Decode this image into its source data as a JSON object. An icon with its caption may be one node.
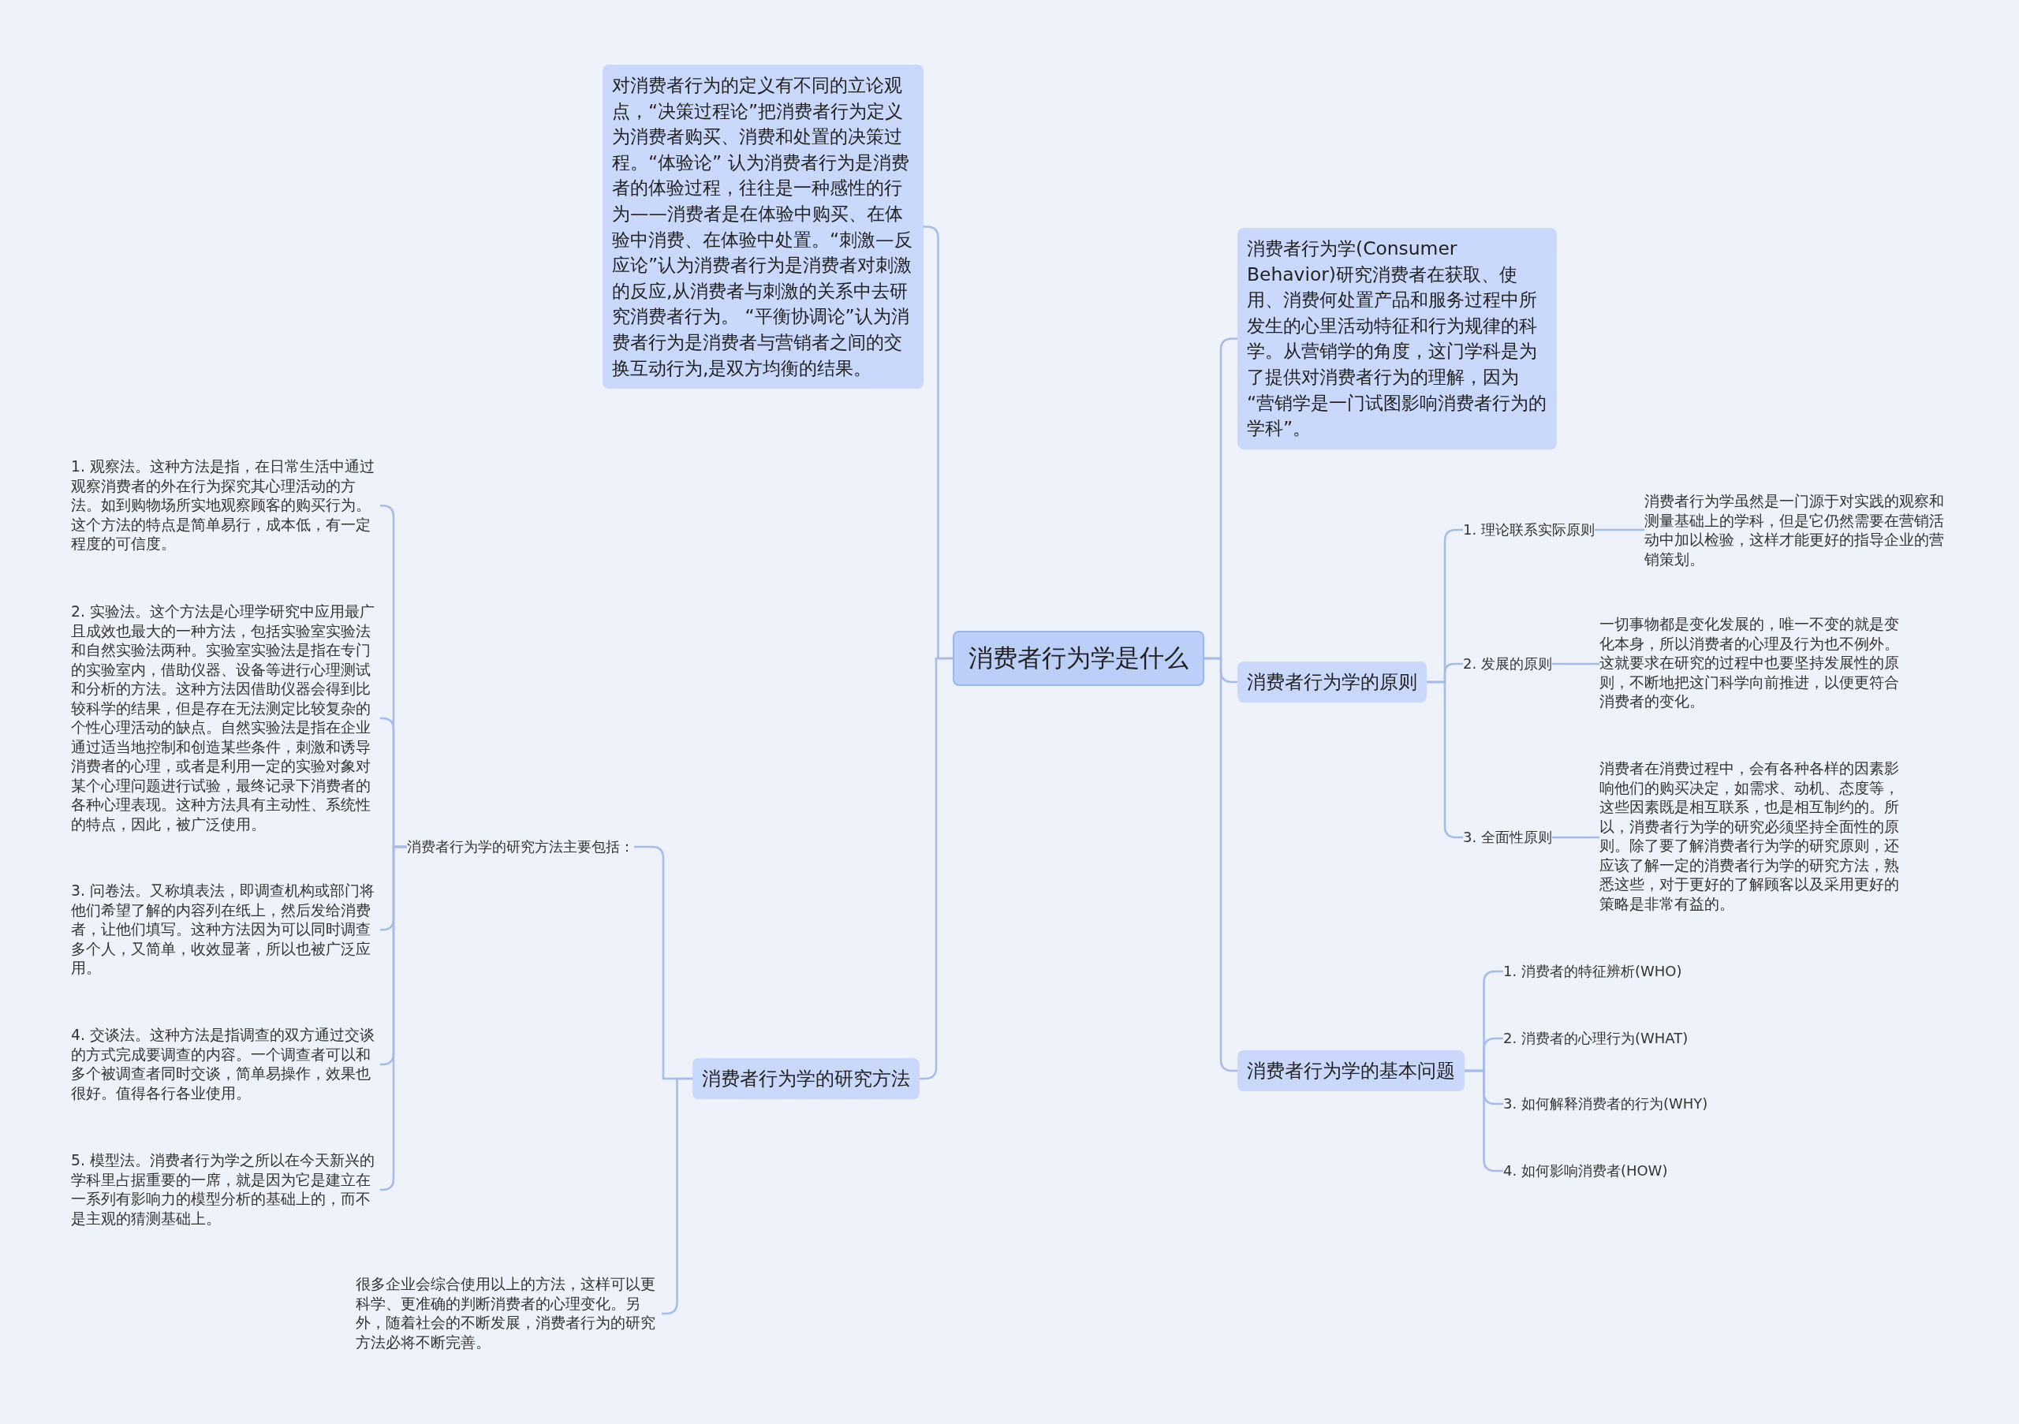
{
  "diagram": {
    "nodes": [
      {
        "text": [
          "消费者行为学是什么"
        ]
      },
      {
        "text": [
          "对消费者行为的定义有不同的立论观点，“决策过程论”把消费者行为定义为消费者购买、消费和处置的决策过程。“体验论” 认为消费者行为是消费者的体验过程，往往是一种感性的行为——消费者是在体验中购买、在体验中消费、在体验中处置。“刺激—反应论”认为消费者行为是消费者对刺激的反应,从消费者与刺激的关系中去研究消费者行为。 “平衡协调论”认为消费者行为是消费者与营销者之间的交换互动行为,是双方均衡的结果。"
        ]
      },
      {
        "text": [
          "消费者行为学的研究方法"
        ]
      },
      {
        "text": [
          "消费者行为学的研究方法主要包括："
        ]
      },
      {
        "text": [
          "1. 观察法。这种方法是指，在日常生活中通过观察消费者的外在行为探究其心理活动的方法。如到购物场所实地观察顾客的购买行为。这个方法的特点是简单易行，成本低，有一定程度的可信度。"
        ]
      },
      {
        "text": [
          "2. 实验法。这个方法是心理学研究中应用最广且成效也最大的一种方法，包括实验室实验法和自然实验法两种。实验室实验法是指在专门的实验室内，借助仪器、设备等进行心理测试和分析的方法。这种方法因借助仪器会得到比较科学的结果，但是存在无法测定比较复杂的个性心理活动的缺点。自然实验法是指在企业通过适当地控制和创造某些条件，刺激和诱导消费者的心理，或者是利用一定的实验对象对某个心理问题进行试验，最终记录下消费者的各种心理表现。这种方法具有主动性、系统性的特点，因此，被广泛使用。"
        ]
      },
      {
        "text": [
          "3. 问卷法。又称填表法，即调查机构或部门将他们希望了解的内容列在纸上，然后发给消费者，让他们填写。这种方法因为可以同时调查多个人，又简单，收效显著，所以也被广泛应用。"
        ]
      },
      {
        "text": [
          "4. 交谈法。这种方法是指调查的双方通过交谈的方式完成要调查的内容。一个调查者可以和多个被调查者同时交谈，简单易操作，效果也很好。值得各行各业使用。"
        ]
      },
      {
        "text": [
          "5. 模型法。消费者行为学之所以在今天新兴的学科里占据重要的一席，就是因为它是建立在一系列有影响力的模型分析的基础上的，而不是主观的猜测基础上。"
        ]
      },
      {
        "text": [
          "很多企业会综合使用以上的方法，这样可以更科学、更准确的判断消费者的心理变化。另外，随着社会的不断发展，消费者行为的研究方法必将不断完善。"
        ]
      },
      {
        "text": [
          "消费者行为学(Consumer Behavior)研究消费者在获取、使用、消费何处置产品和服务过程中所发生的心里活动特征和行为规律的科学。从营销学的角度，这门学科是为了提供对消费者行为的理解，因为 “营销学是一门试图影响消费者行为的学科”。"
        ]
      },
      {
        "text": [
          "消费者行为学的原则"
        ]
      },
      {
        "text": [
          "1. 理论联系实际原则"
        ]
      },
      {
        "text": [
          "消费者行为学虽然是一门源于对实践的观察和测量基础上的学科，但是它仍然需要在营销活动中加以检验，这样才能更好的指导企业的营销策划。"
        ]
      },
      {
        "text": [
          "2. 发展的原则"
        ]
      },
      {
        "text": [
          "一切事物都是变化发展的，唯一不变的就是变化本身，所以消费者的心理及行为也不例外。这就要求在研究的过程中也要坚持发展性的原则，不断地把这门科学向前推进，以便更符合消费者的变化。"
        ]
      },
      {
        "text": [
          "3. 全面性原则"
        ]
      },
      {
        "text": [
          "消费者在消费过程中，会有各种各样的因素影响他们的购买决定，如需求、动机、态度等，这些因素既是相互联系，也是相互制约的。所以，消费者行为学的研究必须坚持全面性的原则。除了要了解消费者行为学的研究原则，还应该了解一定的消费者行为学的研究方法，熟悉这些，对于更好的了解顾客以及采用更好的策略是非常有益的。"
        ]
      },
      {
        "text": [
          "消费者行为学的基本问题"
        ]
      },
      {
        "text": [
          "1. 消费者的特征辨析(WHO)"
        ]
      },
      {
        "text": [
          "2. 消费者的心理行为(WHAT)"
        ]
      },
      {
        "text": [
          "3. 如何解释消费者的行为(WHY)"
        ]
      },
      {
        "text": [
          "4. 如何影响消费者(HOW)"
        ]
      }
    ],
    "edges": [
      {
        "from": 0,
        "to": 1,
        "arrow": "none"
      },
      {
        "from": 0,
        "to": 2,
        "arrow": "none"
      },
      {
        "from": 2,
        "to": 3,
        "arrow": "none"
      },
      {
        "from": 3,
        "to": 4,
        "arrow": "none"
      },
      {
        "from": 3,
        "to": 5,
        "arrow": "none"
      },
      {
        "from": 3,
        "to": 6,
        "arrow": "none"
      },
      {
        "from": 3,
        "to": 7,
        "arrow": "none"
      },
      {
        "from": 3,
        "to": 8,
        "arrow": "none"
      },
      {
        "from": 2,
        "to": 9,
        "arrow": "none"
      },
      {
        "from": 0,
        "to": 10,
        "arrow": "none"
      },
      {
        "from": 0,
        "to": 11,
        "arrow": "none"
      },
      {
        "from": 11,
        "to": 12,
        "arrow": "none"
      },
      {
        "from": 12,
        "to": 13,
        "arrow": "none"
      },
      {
        "from": 11,
        "to": 14,
        "arrow": "none"
      },
      {
        "from": 14,
        "to": 15,
        "arrow": "none"
      },
      {
        "from": 11,
        "to": 16,
        "arrow": "none"
      },
      {
        "from": 16,
        "to": 17,
        "arrow": "none"
      },
      {
        "from": 0,
        "to": 18,
        "arrow": "none"
      },
      {
        "from": 18,
        "to": 19,
        "arrow": "none"
      },
      {
        "from": 18,
        "to": 20,
        "arrow": "none"
      },
      {
        "from": 18,
        "to": 21,
        "arrow": "none"
      },
      {
        "from": 18,
        "to": 22,
        "arrow": "none"
      }
    ]
  }
}
